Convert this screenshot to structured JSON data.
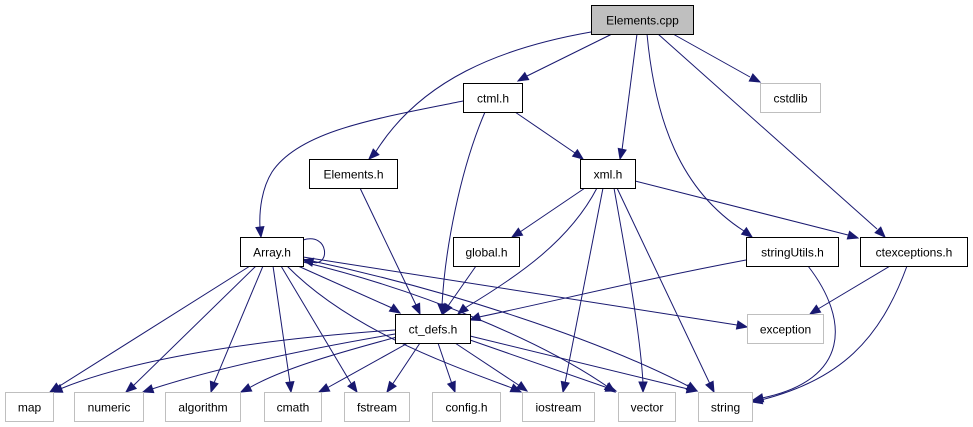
{
  "diagram": {
    "type": "include-dependency-graph",
    "root": "Elements.cpp",
    "colors": {
      "edge": "#191970",
      "root_fill": "#bfbfbf",
      "node_border": "#000000",
      "external_border": "#bfbfbf",
      "node_fill": "#ffffff"
    },
    "nodes": [
      {
        "id": "elements_cpp",
        "label": "Elements.cpp",
        "kind": "root"
      },
      {
        "id": "ctml_h",
        "label": "ctml.h",
        "kind": "local"
      },
      {
        "id": "cstdlib",
        "label": "cstdlib",
        "kind": "external"
      },
      {
        "id": "elements_h",
        "label": "Elements.h",
        "kind": "local"
      },
      {
        "id": "xml_h",
        "label": "xml.h",
        "kind": "local"
      },
      {
        "id": "array_h",
        "label": "Array.h",
        "kind": "local"
      },
      {
        "id": "global_h",
        "label": "global.h",
        "kind": "local"
      },
      {
        "id": "stringutils_h",
        "label": "stringUtils.h",
        "kind": "local"
      },
      {
        "id": "ctexceptions_h",
        "label": "ctexceptions.h",
        "kind": "local"
      },
      {
        "id": "ct_defs_h",
        "label": "ct_defs.h",
        "kind": "local"
      },
      {
        "id": "exception",
        "label": "exception",
        "kind": "external"
      },
      {
        "id": "map",
        "label": "map",
        "kind": "external"
      },
      {
        "id": "numeric",
        "label": "numeric",
        "kind": "external"
      },
      {
        "id": "algorithm",
        "label": "algorithm",
        "kind": "external"
      },
      {
        "id": "cmath",
        "label": "cmath",
        "kind": "external"
      },
      {
        "id": "fstream",
        "label": "fstream",
        "kind": "external"
      },
      {
        "id": "config_h",
        "label": "config.h",
        "kind": "external"
      },
      {
        "id": "iostream",
        "label": "iostream",
        "kind": "external"
      },
      {
        "id": "vector",
        "label": "vector",
        "kind": "external"
      },
      {
        "id": "string",
        "label": "string",
        "kind": "external"
      }
    ],
    "edges": [
      {
        "from": "elements_cpp",
        "to": "ctml_h"
      },
      {
        "from": "elements_cpp",
        "to": "cstdlib"
      },
      {
        "from": "elements_cpp",
        "to": "elements_h"
      },
      {
        "from": "elements_cpp",
        "to": "xml_h"
      },
      {
        "from": "elements_cpp",
        "to": "stringutils_h"
      },
      {
        "from": "elements_cpp",
        "to": "ctexceptions_h"
      },
      {
        "from": "ctml_h",
        "to": "array_h"
      },
      {
        "from": "ctml_h",
        "to": "ct_defs_h"
      },
      {
        "from": "ctml_h",
        "to": "xml_h"
      },
      {
        "from": "elements_h",
        "to": "ct_defs_h"
      },
      {
        "from": "xml_h",
        "to": "global_h"
      },
      {
        "from": "xml_h",
        "to": "ct_defs_h"
      },
      {
        "from": "xml_h",
        "to": "ctexceptions_h"
      },
      {
        "from": "xml_h",
        "to": "iostream"
      },
      {
        "from": "xml_h",
        "to": "vector"
      },
      {
        "from": "xml_h",
        "to": "string"
      },
      {
        "from": "array_h",
        "to": "array_h"
      },
      {
        "from": "array_h",
        "to": "ct_defs_h"
      },
      {
        "from": "array_h",
        "to": "exception"
      },
      {
        "from": "array_h",
        "to": "map"
      },
      {
        "from": "array_h",
        "to": "numeric"
      },
      {
        "from": "array_h",
        "to": "algorithm"
      },
      {
        "from": "array_h",
        "to": "cmath"
      },
      {
        "from": "array_h",
        "to": "fstream"
      },
      {
        "from": "array_h",
        "to": "iostream"
      },
      {
        "from": "array_h",
        "to": "vector"
      },
      {
        "from": "array_h",
        "to": "string"
      },
      {
        "from": "global_h",
        "to": "ct_defs_h"
      },
      {
        "from": "stringutils_h",
        "to": "ct_defs_h"
      },
      {
        "from": "stringutils_h",
        "to": "string"
      },
      {
        "from": "ctexceptions_h",
        "to": "exception"
      },
      {
        "from": "ctexceptions_h",
        "to": "string"
      },
      {
        "from": "ct_defs_h",
        "to": "map"
      },
      {
        "from": "ct_defs_h",
        "to": "numeric"
      },
      {
        "from": "ct_defs_h",
        "to": "algorithm"
      },
      {
        "from": "ct_defs_h",
        "to": "cmath"
      },
      {
        "from": "ct_defs_h",
        "to": "fstream"
      },
      {
        "from": "ct_defs_h",
        "to": "config_h"
      },
      {
        "from": "ct_defs_h",
        "to": "iostream"
      },
      {
        "from": "ct_defs_h",
        "to": "vector"
      },
      {
        "from": "ct_defs_h",
        "to": "string"
      }
    ]
  }
}
